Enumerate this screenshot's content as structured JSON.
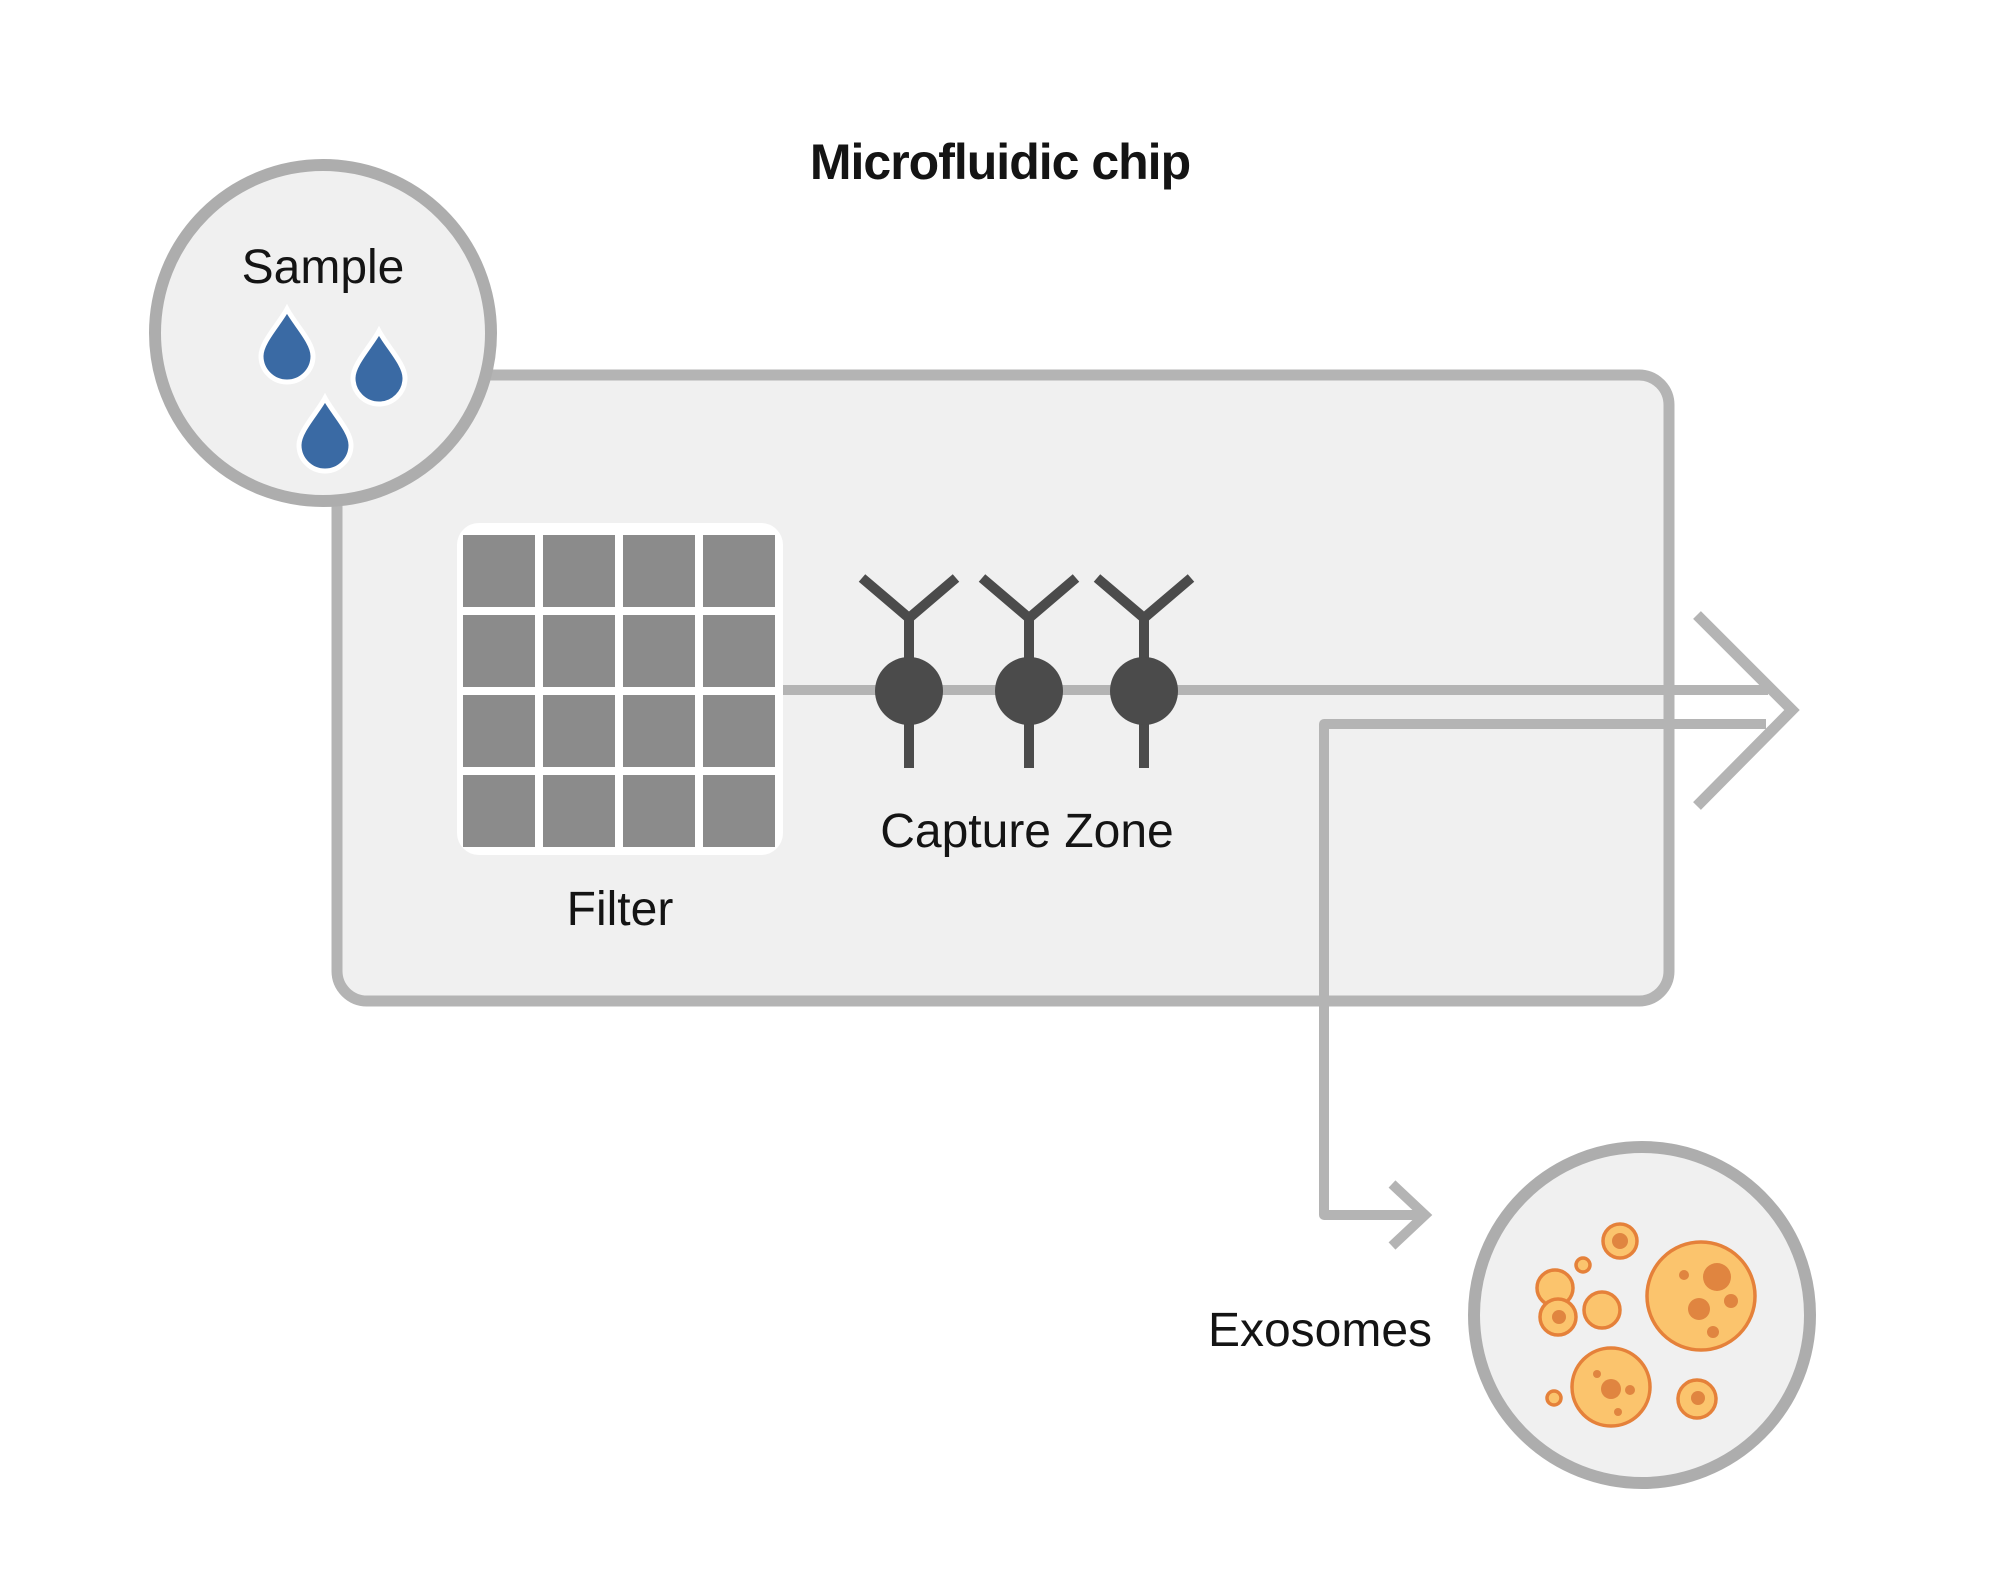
{
  "title": "Microfluidic chip",
  "sample": {
    "label": "Sample",
    "droplet_count": 3
  },
  "chip": {
    "filter": {
      "label": "Filter",
      "grid_rows": 4,
      "grid_cols": 4
    },
    "capture_zone": {
      "label": "Capture Zone",
      "antibody_count": 3
    }
  },
  "exosomes": {
    "label": "Exosomes",
    "vesicle_count": 9
  },
  "colors": {
    "line": "#b4b4b4",
    "chip_fill": "#f0f0f0",
    "node_fill": "#f0f0f0",
    "node_border": "#adadad",
    "filter_cell": "#8b8b8b",
    "antibody": "#4b4b4b",
    "droplet": "#3a6aa4",
    "vesicle_fill": "#fbc46d",
    "vesicle_stroke": "#e5813a",
    "vesicle_dot": "#e08540",
    "text": "#141414"
  }
}
